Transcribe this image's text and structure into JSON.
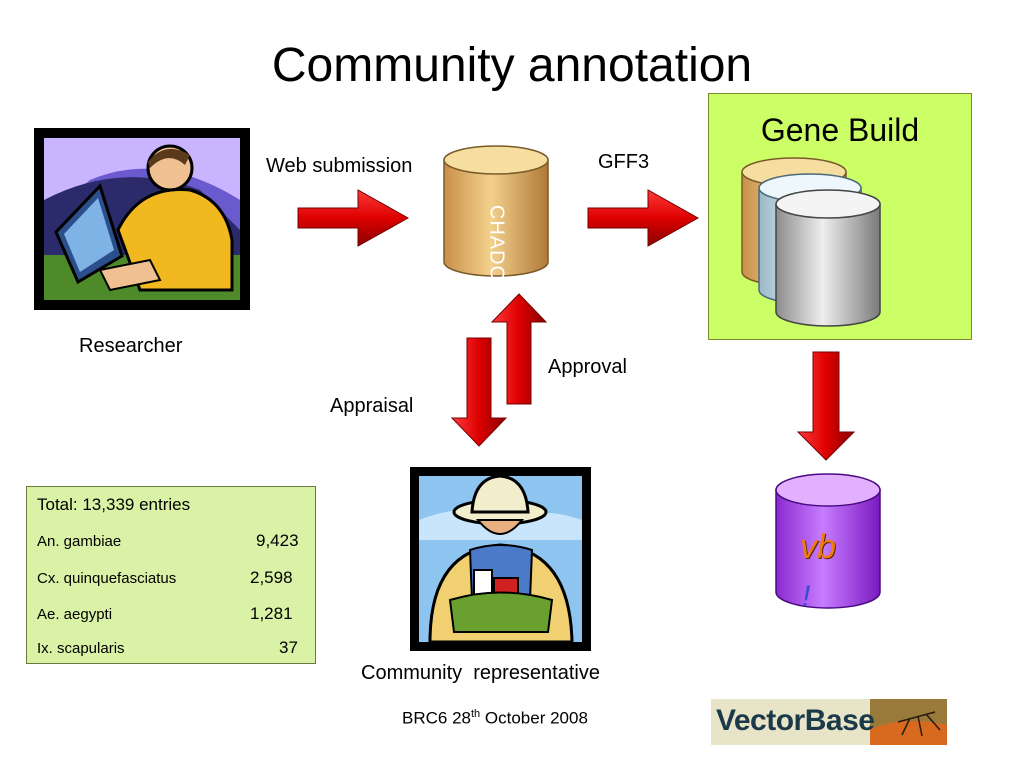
{
  "title": "Community annotation",
  "labels": {
    "web_submission": "Web submission",
    "gff3": "GFF3",
    "researcher": "Researcher",
    "approval": "Approval",
    "appraisal": "Appraisal",
    "community_representative": "Community  representative",
    "chado": "CHADO",
    "gene_build": "Gene Build",
    "vb_logo": "vb",
    "vb_logo_mark": "!"
  },
  "stats": {
    "header": "Total: 13,339 entries",
    "rows": [
      {
        "species": "An. gambiae",
        "count": "9,423"
      },
      {
        "species": "Cx. quinquefasciatus",
        "count": "2,598"
      },
      {
        "species": "Ae. aegypti",
        "count": "1,281"
      },
      {
        "species": "Ix. scapularis",
        "count": "37"
      }
    ]
  },
  "footer": {
    "prefix": "BRC6 28",
    "sup": "th",
    "suffix": " October 2008"
  },
  "logo": {
    "text": "VectorBase"
  },
  "colors": {
    "arrow": "#dd0000",
    "gene_box": "#ccff66",
    "stats_box": "#d9f2a6",
    "chado": "#e6b86a",
    "vb_db": "#a040e0"
  }
}
